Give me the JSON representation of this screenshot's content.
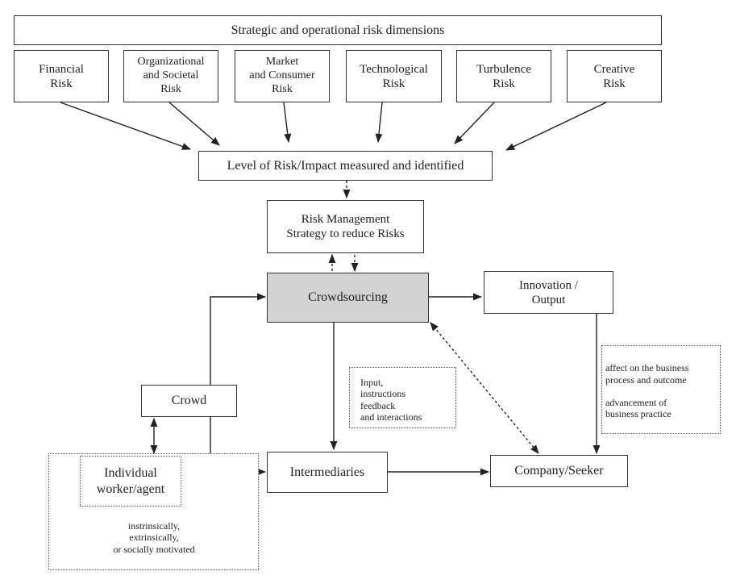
{
  "header": {
    "title": "Strategic and operational risk dimensions"
  },
  "risks": [
    {
      "lines": [
        "Financial",
        "Risk"
      ]
    },
    {
      "lines": [
        "Organizational",
        "and Societal",
        "Risk"
      ]
    },
    {
      "lines": [
        "Market",
        "and Consumer",
        "Risk"
      ]
    },
    {
      "lines": [
        "Technological",
        "Risk"
      ]
    },
    {
      "lines": [
        "Turbulence",
        "Risk"
      ]
    },
    {
      "lines": [
        "Creative",
        "Risk"
      ]
    }
  ],
  "level": {
    "label": "Level of Risk/Impact measured and identified"
  },
  "strategy": {
    "lines": [
      "Risk Management",
      "Strategy to reduce Risks"
    ]
  },
  "crowdsourcing": {
    "label": "Crowdsourcing"
  },
  "innovation": {
    "lines": [
      "Innovation /",
      "Output"
    ]
  },
  "crowd": {
    "label": "Crowd"
  },
  "intermediaries": {
    "label": "Intermediaries"
  },
  "company": {
    "label": "Company/Seeker"
  },
  "input_note": {
    "lines": [
      "Input,",
      "instructions",
      "feedback",
      "and interactions"
    ]
  },
  "affect_note": {
    "lines": [
      "affect on the business",
      "process and outcome",
      "",
      "advancement of",
      "business practice"
    ]
  },
  "individual": {
    "lines": [
      "Individual",
      "worker/agent"
    ]
  },
  "motivation": {
    "lines": [
      "instrinsically,",
      "extrinsically,",
      "or socially motivated"
    ]
  }
}
